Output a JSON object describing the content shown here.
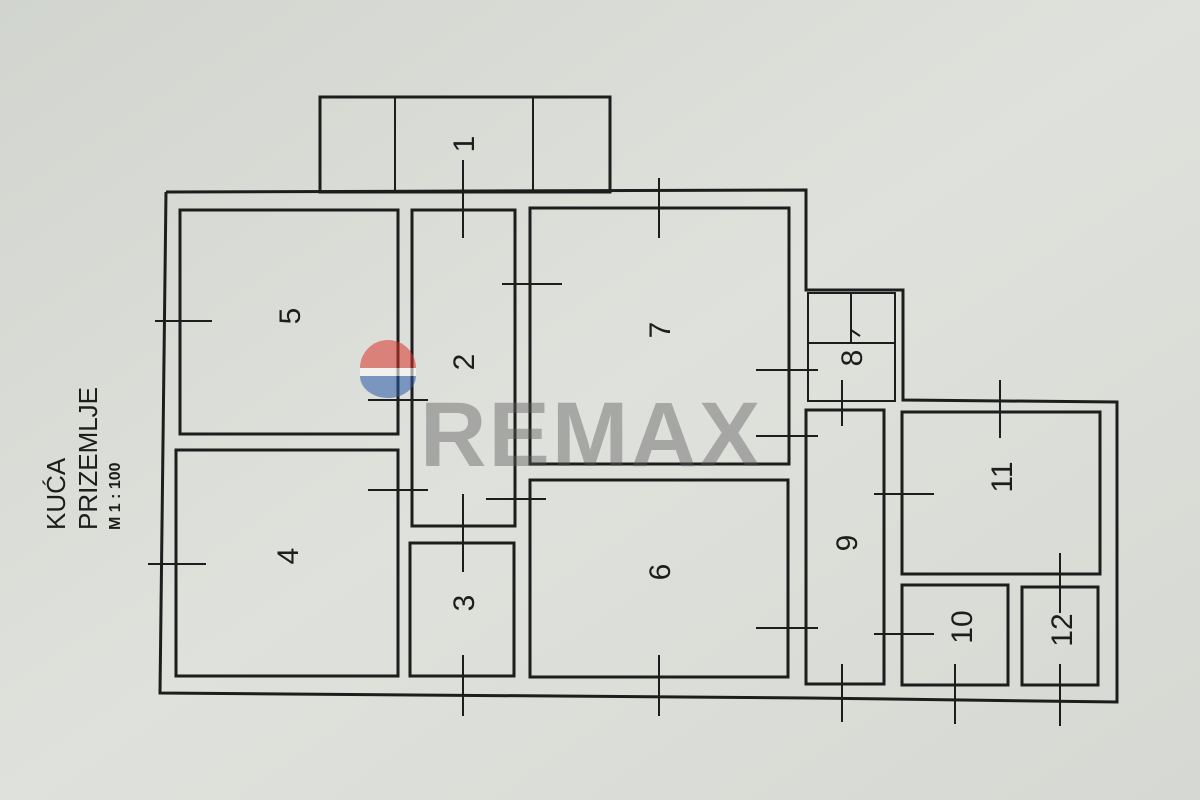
{
  "title": {
    "line1": "KUĆA",
    "line2": "PRIZEMLJE",
    "scale": "M 1 : 100"
  },
  "rooms": [
    "1",
    "2",
    "3",
    "4",
    "5",
    "6",
    "7",
    "8",
    "9",
    "10",
    "11",
    "12"
  ],
  "watermark": {
    "text": "REMAX",
    "colors": {
      "red": "#d9342b",
      "blue": "#2a5aa8",
      "gray": "#5a5a5a"
    }
  },
  "colors": {
    "paper": "#d9dcd6",
    "ink": "#1d1d1d"
  }
}
